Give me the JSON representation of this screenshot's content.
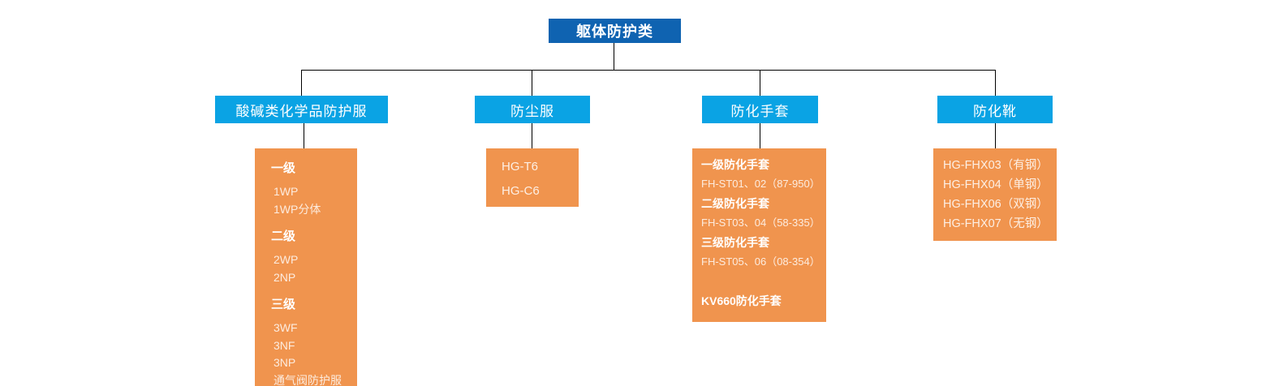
{
  "colors": {
    "root_bg": "#0f63b1",
    "category_bg": "#0aa3e4",
    "detail_bg": "#f0944e",
    "connector": "#000000",
    "text": "#ffffff"
  },
  "root": {
    "label": "躯体防护类"
  },
  "branches": [
    {
      "label": "酸碱类化学品防护服",
      "items": [
        {
          "text": "一级",
          "style": "heading"
        },
        {
          "text": "1WP",
          "style": "item"
        },
        {
          "text": "1WP分体",
          "style": "item"
        },
        {
          "text": "二级",
          "style": "heading"
        },
        {
          "text": "2WP",
          "style": "item"
        },
        {
          "text": "2NP",
          "style": "item"
        },
        {
          "text": "三级",
          "style": "heading"
        },
        {
          "text": "3WF",
          "style": "item"
        },
        {
          "text": "3NF",
          "style": "item"
        },
        {
          "text": "3NP",
          "style": "item"
        },
        {
          "text": "通气阀防护服",
          "style": "item"
        }
      ]
    },
    {
      "label": "防尘服",
      "items": [
        {
          "text": "HG-T6",
          "style": "item"
        },
        {
          "text": "HG-C6",
          "style": "item"
        }
      ]
    },
    {
      "label": "防化手套",
      "items": [
        {
          "text": "一级防化手套",
          "style": "heading"
        },
        {
          "text": "FH-ST01、02（87-950）",
          "style": "item"
        },
        {
          "text": "二级防化手套",
          "style": "heading"
        },
        {
          "text": "FH-ST03、04（58-335）",
          "style": "item"
        },
        {
          "text": "三级防化手套",
          "style": "heading"
        },
        {
          "text": "FH-ST05、06（08-354）",
          "style": "item"
        },
        {
          "text": "KV660防化手套",
          "style": "heading gap-before"
        }
      ]
    },
    {
      "label": "防化靴",
      "items": [
        {
          "text": "HG-FHX03（有钢）",
          "style": "item"
        },
        {
          "text": "HG-FHX04（单钢）",
          "style": "item"
        },
        {
          "text": "HG-FHX06（双钢）",
          "style": "item"
        },
        {
          "text": "HG-FHX07（无钢）",
          "style": "item"
        }
      ]
    }
  ]
}
